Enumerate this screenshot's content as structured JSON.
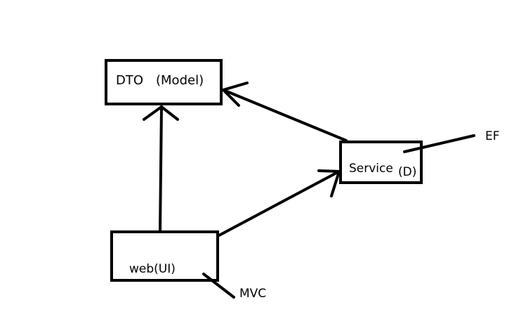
{
  "diagram": {
    "nodes": {
      "dto": {
        "title": "DTO",
        "subtitle": "(Model)"
      },
      "service": {
        "title": "Service",
        "subtitle": "(D)"
      },
      "web": {
        "title": "web(UI)"
      }
    },
    "annotations": {
      "ef": "EF",
      "mvc": "MVC"
    },
    "edges": [
      {
        "from": "web",
        "to": "dto"
      },
      {
        "from": "web",
        "to": "service"
      },
      {
        "from": "service",
        "to": "dto"
      }
    ],
    "colors": {
      "stroke": "#000000",
      "background": "#ffffff"
    }
  }
}
